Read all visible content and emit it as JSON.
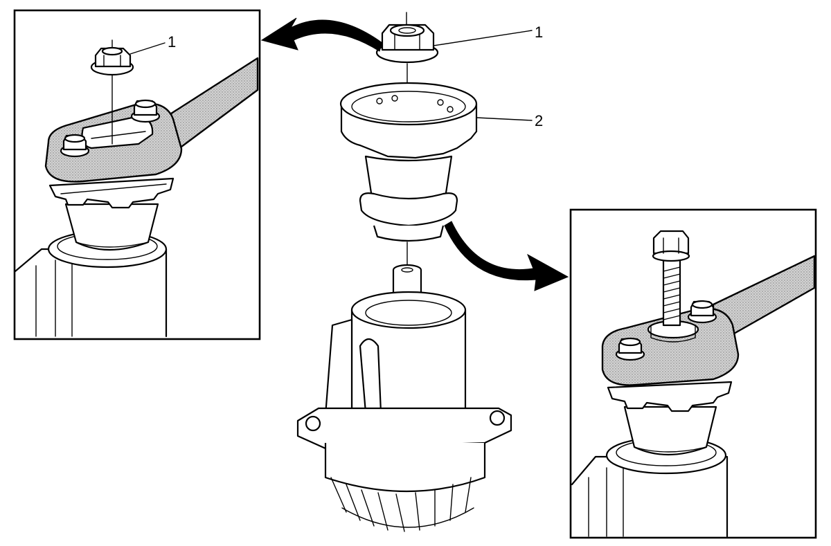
{
  "callouts": {
    "main_nut": "1",
    "main_flange": "2",
    "inset_nut": "1"
  },
  "colors": {
    "line": "#000000",
    "background": "#ffffff",
    "tool_fill": "#bdbdbd"
  },
  "icons": [
    "curved-arrow-left",
    "curved-arrow-right"
  ]
}
